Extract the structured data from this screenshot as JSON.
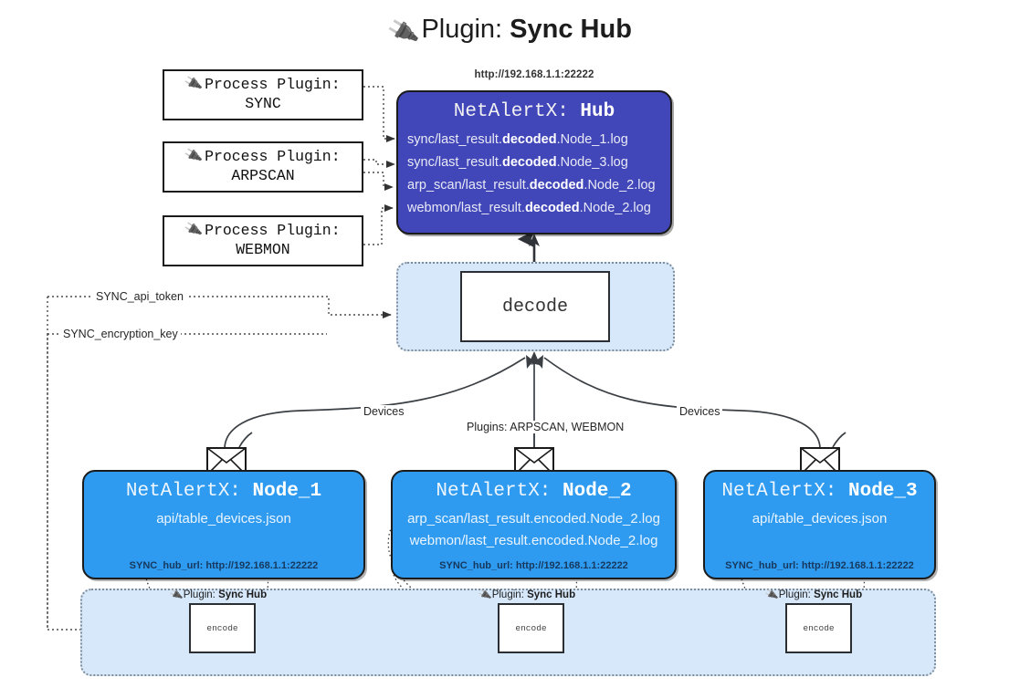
{
  "header": {
    "plug_icon": "plug-icon",
    "prefix": "Plugin: ",
    "name": "Sync Hub"
  },
  "colors": {
    "hub_fill": "#4146b8",
    "node_fill": "#2e9bf0",
    "cluster_fill": "#d6e8fa",
    "cluster_border": "#7f8c99",
    "box_border": "#1b1b1b",
    "page_bg": "#ffffff"
  },
  "process_plugins": [
    {
      "line1": "Process Plugin:",
      "line2": "SYNC",
      "icon": "plug-icon"
    },
    {
      "line1": "Process Plugin:",
      "line2": "ARPSCAN",
      "icon": "plug-icon"
    },
    {
      "line1": "Process Plugin:",
      "line2": "WEBMON",
      "icon": "plug-icon"
    }
  ],
  "hub": {
    "url": "http://192.168.1.1:22222",
    "title_prefix": "NetAlertX: ",
    "title_name": "Hub",
    "logs": [
      {
        "pre": "sync/last_result.",
        "mid": "decoded",
        "post": ".Node_1.log"
      },
      {
        "pre": "sync/last_result.",
        "mid": "decoded",
        "post": ".Node_3.log"
      },
      {
        "pre": "arp_scan/last_result.",
        "mid": "decoded",
        "post": ".Node_2.log"
      },
      {
        "pre": "webmon/last_result.",
        "mid": "decoded",
        "post": ".Node_2.log"
      }
    ]
  },
  "decode": {
    "label": "decode"
  },
  "secrets": {
    "api_token": "SYNC_api_token",
    "encryption_key": "SYNC_encryption_key"
  },
  "edge_labels": {
    "devices_left": "Devices",
    "devices_right": "Devices",
    "plugins": "Plugins: ARPSCAN, WEBMON"
  },
  "nodes": [
    {
      "title_prefix": "NetAlertX: ",
      "title_name": "Node_1",
      "lines": [
        "api/table_devices.json"
      ],
      "footer": "SYNC_hub_url: http://192.168.1.1:22222",
      "icon": "envelope-icon"
    },
    {
      "title_prefix": "NetAlertX: ",
      "title_name": "Node_2",
      "lines": [
        "arp_scan/last_result.encoded.Node_2.log",
        "webmon/last_result.encoded.Node_2.log"
      ],
      "footer": "SYNC_hub_url: http://192.168.1.1:22222",
      "icon": "envelope-icon"
    },
    {
      "title_prefix": "NetAlertX: ",
      "title_name": "Node_3",
      "lines": [
        "api/table_devices.json"
      ],
      "footer": "SYNC_hub_url: http://192.168.1.1:22222",
      "icon": "envelope-icon"
    }
  ],
  "encoders": [
    {
      "caption_prefix": "Plugin: ",
      "caption_name": "Sync Hub",
      "label": "encode",
      "icon": "plug-icon"
    },
    {
      "caption_prefix": "Plugin: ",
      "caption_name": "Sync Hub",
      "label": "encode",
      "icon": "plug-icon"
    },
    {
      "caption_prefix": "Plugin: ",
      "caption_name": "Sync Hub",
      "label": "encode",
      "icon": "plug-icon"
    }
  ]
}
